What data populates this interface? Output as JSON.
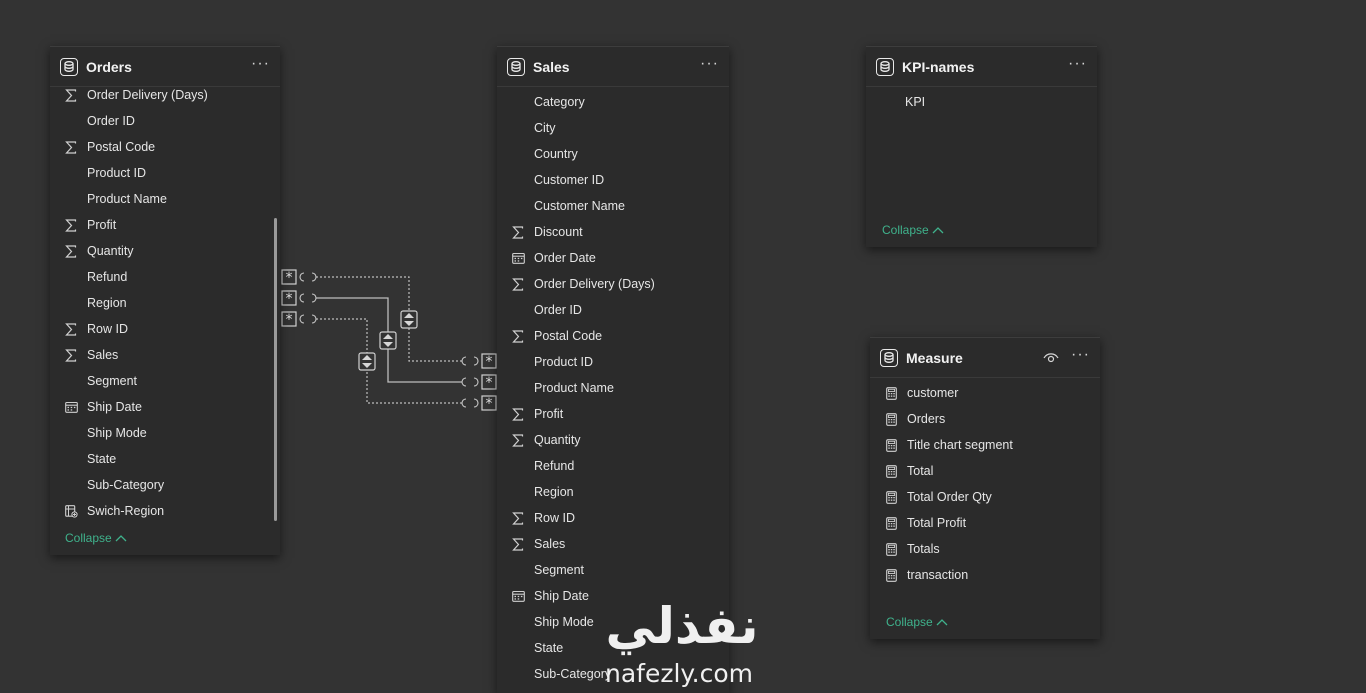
{
  "tables": {
    "orders": {
      "title": "Orders",
      "more_label": "···",
      "fields": [
        {
          "name": "Order Delivery (Days)",
          "icon": "sigma"
        },
        {
          "name": "Order ID",
          "icon": "none"
        },
        {
          "name": "Postal Code",
          "icon": "sigma"
        },
        {
          "name": "Product ID",
          "icon": "none"
        },
        {
          "name": "Product Name",
          "icon": "none"
        },
        {
          "name": "Profit",
          "icon": "sigma"
        },
        {
          "name": "Quantity",
          "icon": "sigma"
        },
        {
          "name": "Refund",
          "icon": "none"
        },
        {
          "name": "Region",
          "icon": "none"
        },
        {
          "name": "Row ID",
          "icon": "sigma"
        },
        {
          "name": "Sales",
          "icon": "sigma"
        },
        {
          "name": "Segment",
          "icon": "none"
        },
        {
          "name": "Ship Date",
          "icon": "calendar"
        },
        {
          "name": "Ship Mode",
          "icon": "none"
        },
        {
          "name": "State",
          "icon": "none"
        },
        {
          "name": "Sub-Category",
          "icon": "none"
        },
        {
          "name": "Swich-Region",
          "icon": "field-parameter"
        }
      ],
      "collapse_label": "Collapse"
    },
    "sales": {
      "title": "Sales",
      "more_label": "···",
      "fields": [
        {
          "name": "Category",
          "icon": "none"
        },
        {
          "name": "City",
          "icon": "none"
        },
        {
          "name": "Country",
          "icon": "none"
        },
        {
          "name": "Customer ID",
          "icon": "none"
        },
        {
          "name": "Customer Name",
          "icon": "none"
        },
        {
          "name": "Discount",
          "icon": "sigma"
        },
        {
          "name": "Order Date",
          "icon": "calendar"
        },
        {
          "name": "Order Delivery (Days)",
          "icon": "sigma"
        },
        {
          "name": "Order ID",
          "icon": "none"
        },
        {
          "name": "Postal Code",
          "icon": "sigma"
        },
        {
          "name": "Product ID",
          "icon": "none"
        },
        {
          "name": "Product Name",
          "icon": "none"
        },
        {
          "name": "Profit",
          "icon": "sigma"
        },
        {
          "name": "Quantity",
          "icon": "sigma"
        },
        {
          "name": "Refund",
          "icon": "none"
        },
        {
          "name": "Region",
          "icon": "none"
        },
        {
          "name": "Row ID",
          "icon": "sigma"
        },
        {
          "name": "Sales",
          "icon": "sigma"
        },
        {
          "name": "Segment",
          "icon": "none"
        },
        {
          "name": "Ship Date",
          "icon": "calendar"
        },
        {
          "name": "Ship Mode",
          "icon": "none"
        },
        {
          "name": "State",
          "icon": "none"
        },
        {
          "name": "Sub-Category",
          "icon": "none"
        }
      ]
    },
    "kpi_names": {
      "title": "KPI-names",
      "more_label": "···",
      "fields": [
        {
          "name": "KPI",
          "icon": "none"
        }
      ],
      "collapse_label": "Collapse"
    },
    "measure": {
      "title": "Measure",
      "more_label": "···",
      "fields": [
        {
          "name": "customer",
          "icon": "calculator"
        },
        {
          "name": "Orders",
          "icon": "calculator"
        },
        {
          "name": "Title chart segment",
          "icon": "calculator"
        },
        {
          "name": "Total",
          "icon": "calculator"
        },
        {
          "name": "Total Order Qty",
          "icon": "calculator"
        },
        {
          "name": "Total Profit",
          "icon": "calculator"
        },
        {
          "name": "Totals",
          "icon": "calculator"
        },
        {
          "name": "transaction",
          "icon": "calculator"
        }
      ],
      "collapse_label": "Collapse"
    }
  },
  "relationships": {
    "from_cardinality": "*",
    "to_cardinality": "*",
    "cross_filter": "both",
    "count": 3
  },
  "watermark": {
    "arabic": "نفذلي",
    "latin": "nafezly.com"
  },
  "colors": {
    "canvas": "#333333",
    "card": "#2b2b2b",
    "accent": "#3fb28c"
  }
}
